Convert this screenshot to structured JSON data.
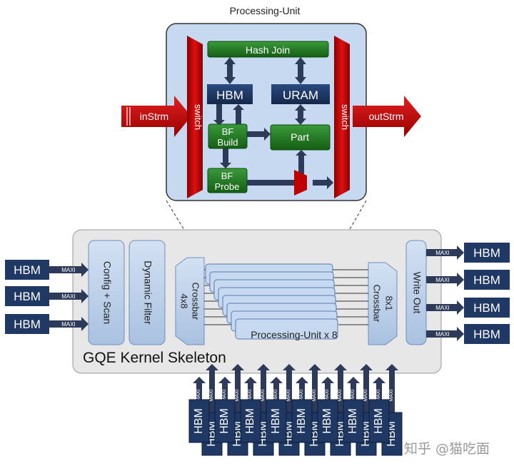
{
  "pu": {
    "title": "Processing-Unit",
    "hash_join": "Hash Join",
    "hbm": "HBM",
    "uram": "URAM",
    "bf_build": [
      "BF",
      "Build"
    ],
    "part": "Part",
    "bf_probe": [
      "BF",
      "Probe"
    ],
    "switch": "switch",
    "in": "inStrm",
    "out": "outStrm"
  },
  "kernel": {
    "title": "GQE Kernel Skeleton",
    "config_scan": "Config + Scan",
    "dynamic_filter": "Dynamic Filter",
    "crossbar_in": [
      "4x8",
      "Crossbar"
    ],
    "crossbar_out": [
      "8x1",
      "Crossbar"
    ],
    "pu_array": "Processing-Unit x 8",
    "write_out": "Write Out"
  },
  "hbm_label": "HBM",
  "maxi_label": "MAXI",
  "watermark": "知乎 @猫吃面",
  "colors": {
    "navy": "#1f3864",
    "panel_blue": "#c6d9f1",
    "block_blue": "#b8cce4",
    "green": "#1f7a1f",
    "red": "#c00000",
    "kernel_gray": "#e7e7e7",
    "arrow_dark": "#2d3a5a"
  }
}
